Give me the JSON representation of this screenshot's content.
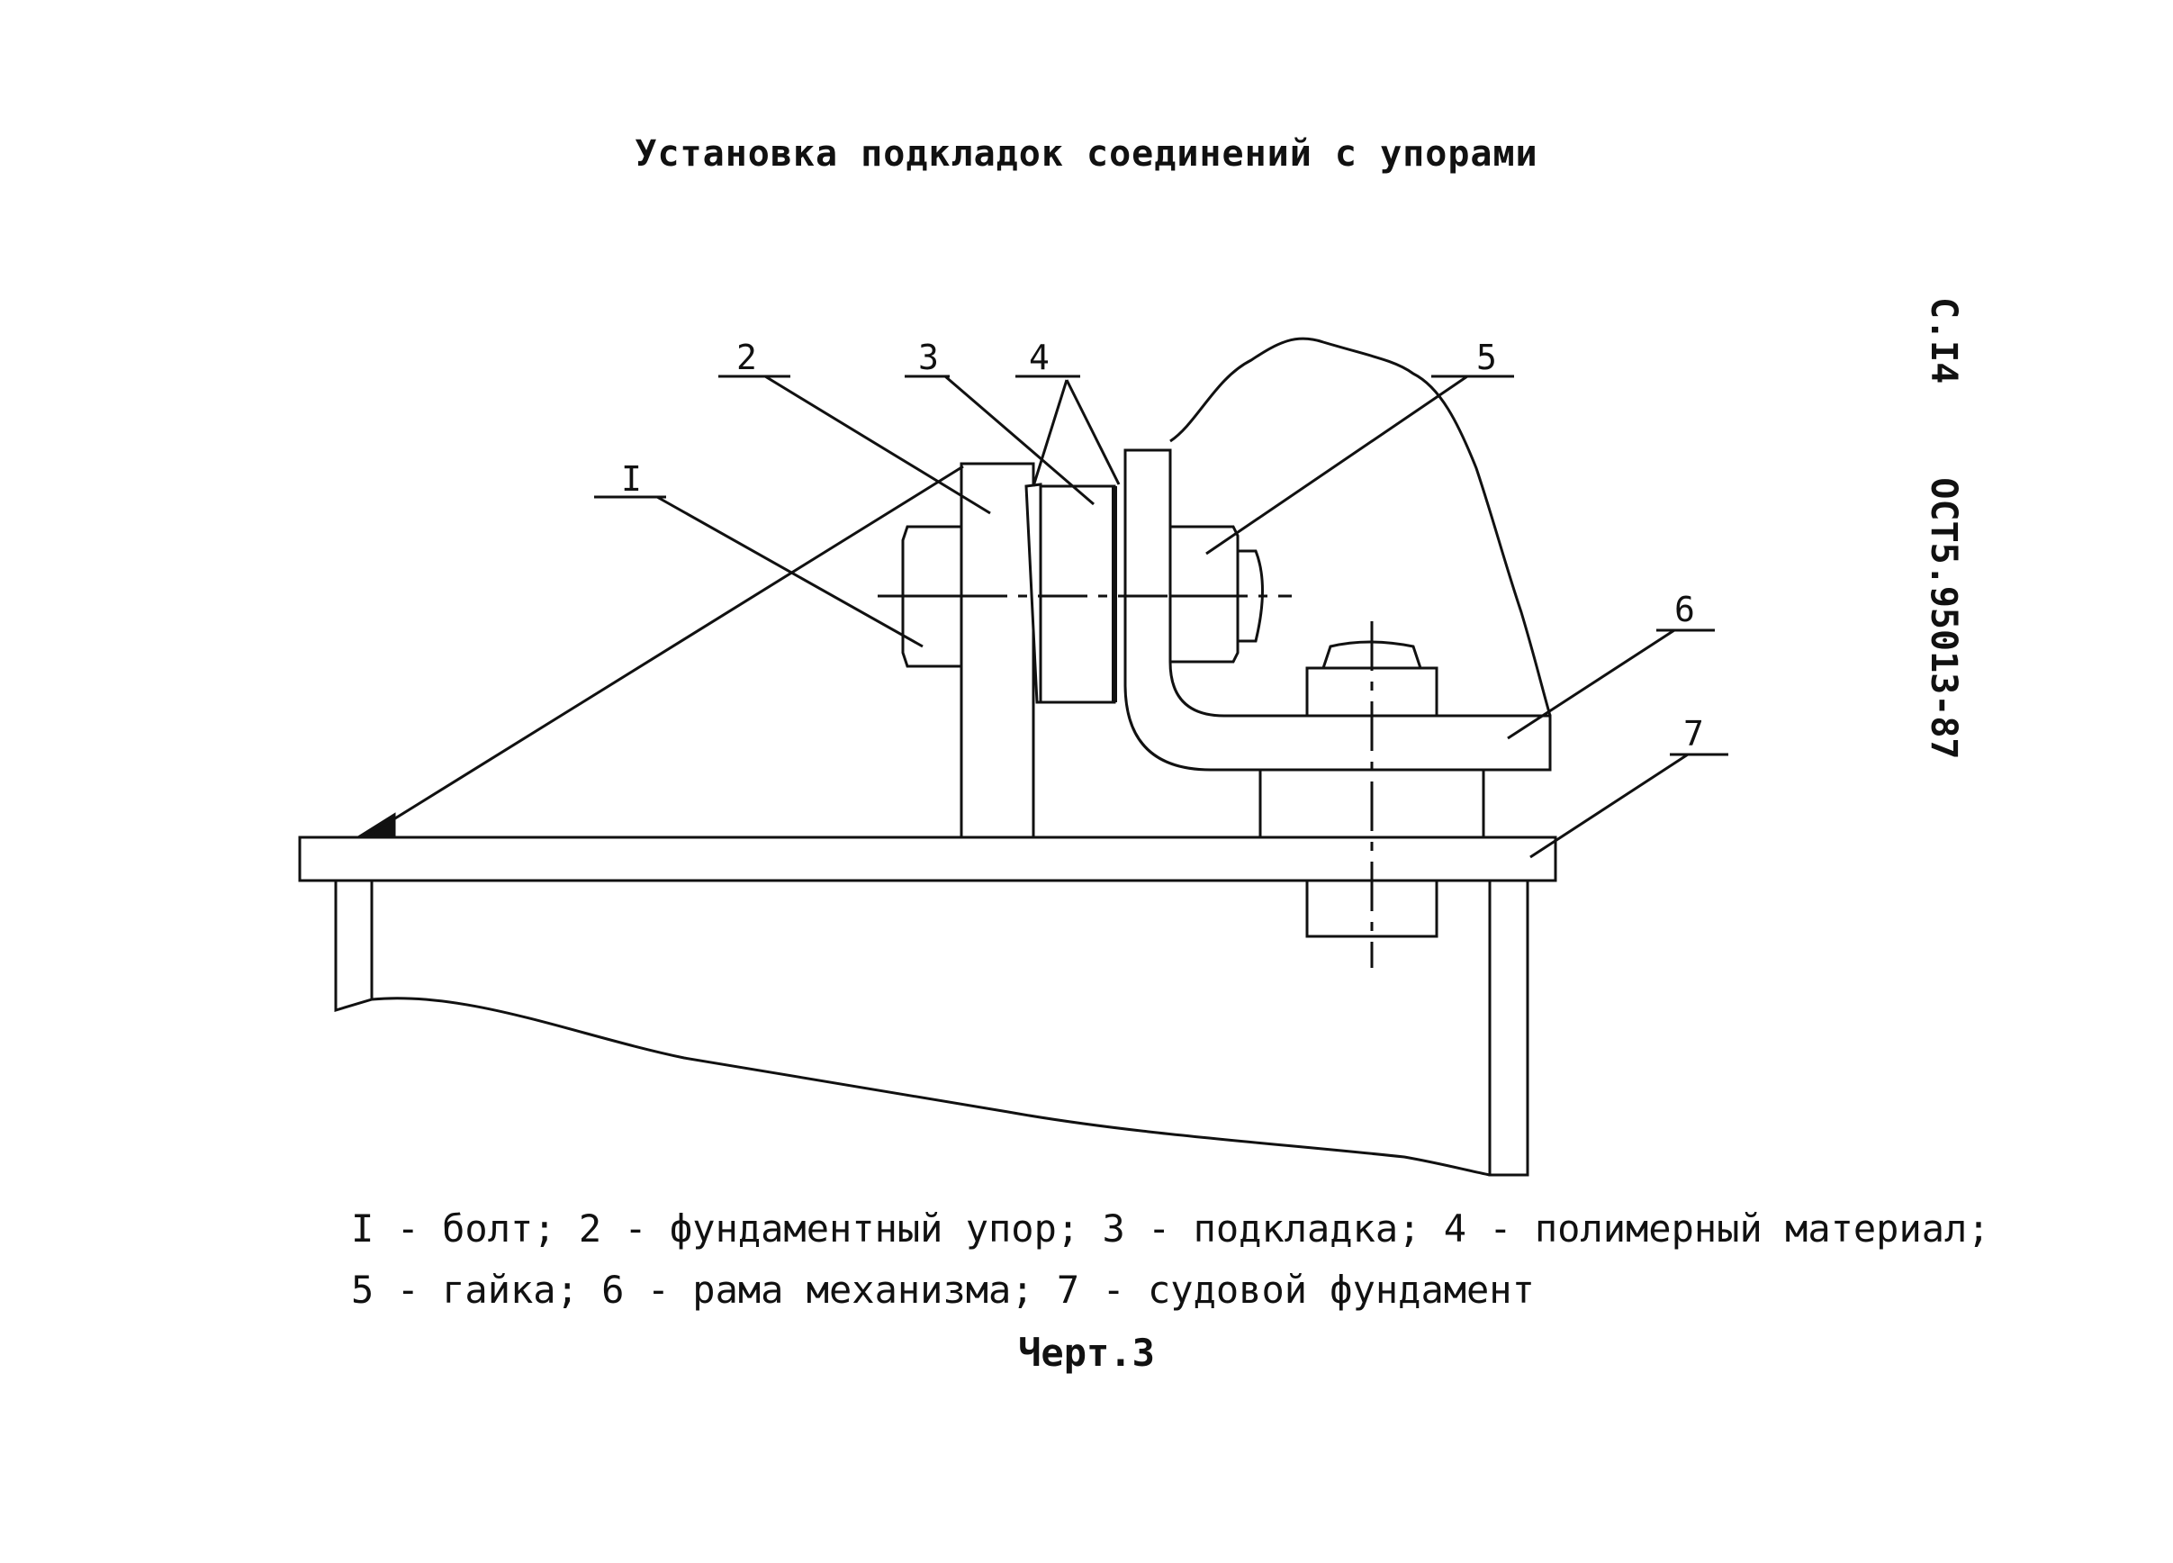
{
  "title": "Установка подкладок соединений с упорами",
  "side_label": {
    "page": "С.I4",
    "standard": "ОСТ5.95013-87"
  },
  "callouts": {
    "c1": "I",
    "c2": "2",
    "c3": "3",
    "c4": "4",
    "c5": "5",
    "c6": "6",
    "c7": "7"
  },
  "legend": {
    "line1": "I - болт; 2 - фундаментный упор; 3 - подкладка; 4 - полимерный материал;",
    "line2": "5 - гайка; 6 - рама механизма; 7 - судовой фундамент"
  },
  "caption": "Черт.3",
  "colors": {
    "ink": "#111111",
    "paper": "#ffffff"
  }
}
